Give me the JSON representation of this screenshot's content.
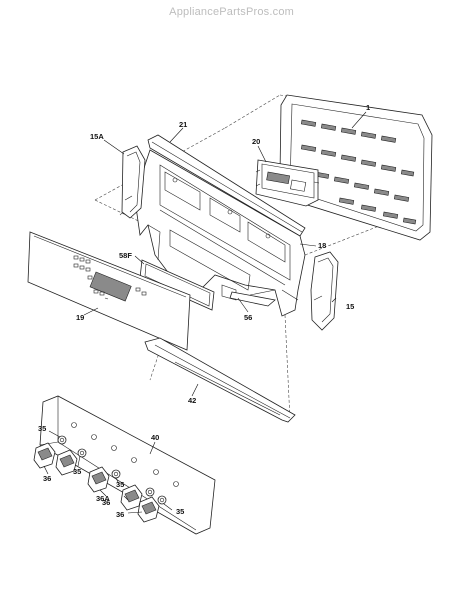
{
  "watermark": "AppliancePartsPros.com",
  "labels": {
    "p1": "1",
    "p21": "21",
    "p15A": "15A",
    "p20": "20",
    "p18": "18",
    "p58F": "58F",
    "p15": "15",
    "p19": "19",
    "p56": "56",
    "p42": "42",
    "p40": "40",
    "p35a": "35",
    "p36a": "36",
    "p35b": "35",
    "p36b": "36",
    "p35c": "35",
    "p36A": "36A",
    "p35d": "35",
    "p36c": "36"
  }
}
